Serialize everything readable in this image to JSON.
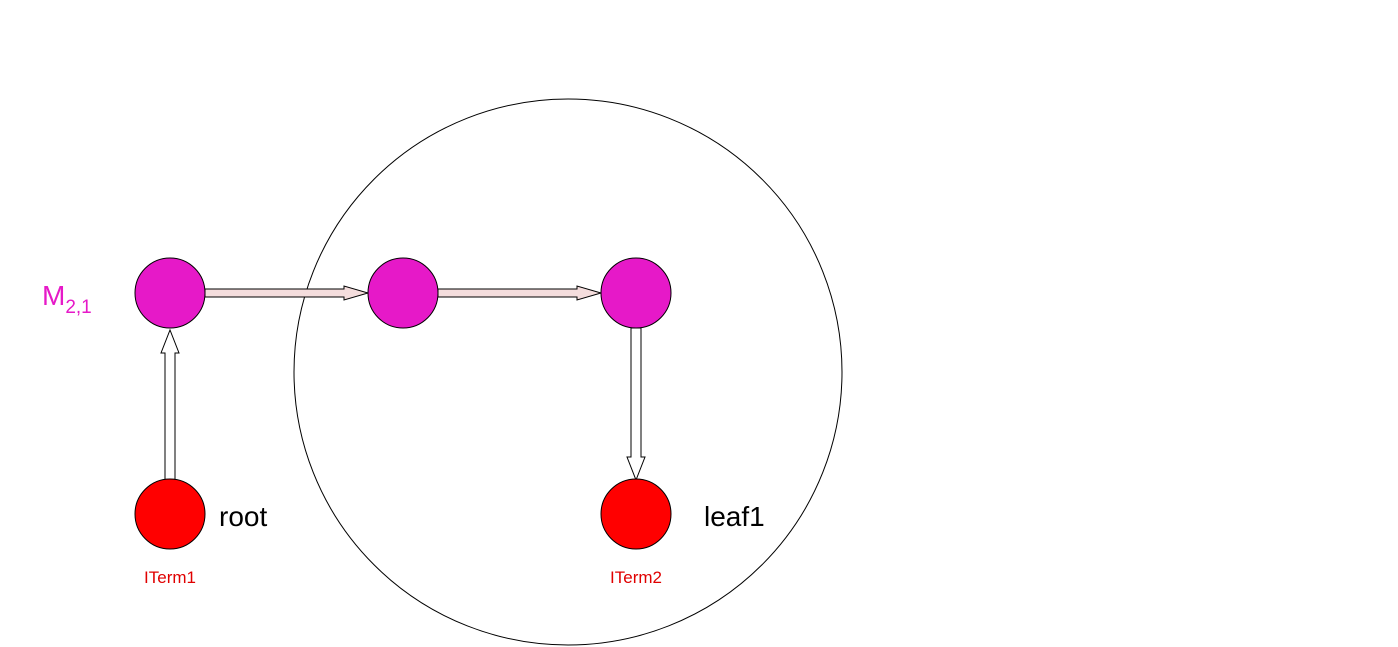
{
  "colors": {
    "magenta_node": "#E619C8",
    "red_node": "#FF0000",
    "arrow_fill": "#F4DDDD",
    "outline": "#000000",
    "term_text": "#E00000",
    "m_label": "#E619C8"
  },
  "labels": {
    "m_main": "M",
    "m_sub": "2,1",
    "root": "root",
    "leaf1": "leaf1",
    "iterm1": "ITerm1",
    "iterm2": "ITerm2"
  }
}
